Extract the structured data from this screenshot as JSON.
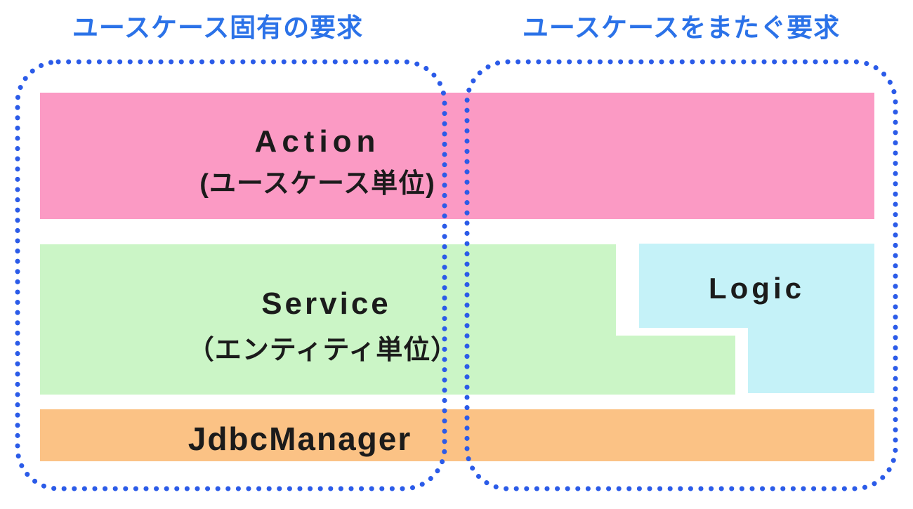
{
  "diagram": {
    "regions": [
      {
        "id": "usecase-specific",
        "title": "ユースケース固有の要求"
      },
      {
        "id": "usecase-crossing",
        "title": "ユースケースをまたぐ要求"
      }
    ],
    "layers": [
      {
        "id": "action",
        "label": "Action",
        "sublabel": "(ユースケース単位)",
        "color": "#FB9AC4"
      },
      {
        "id": "service",
        "label": "Service",
        "sublabel": "（エンティティ単位）",
        "color": "#CBF5C6"
      },
      {
        "id": "logic",
        "label": "Logic",
        "sublabel": "",
        "color": "#C5F2F8"
      },
      {
        "id": "jdbcmanager",
        "label": "JdbcManager",
        "sublabel": "",
        "color": "#FBC285"
      }
    ],
    "accent_colors": {
      "boundary_dot_blue": "#2B5BE8",
      "title_blue": "#2B72E8",
      "label_black": "#1B1B1B",
      "background": "#FFFFFF"
    }
  }
}
